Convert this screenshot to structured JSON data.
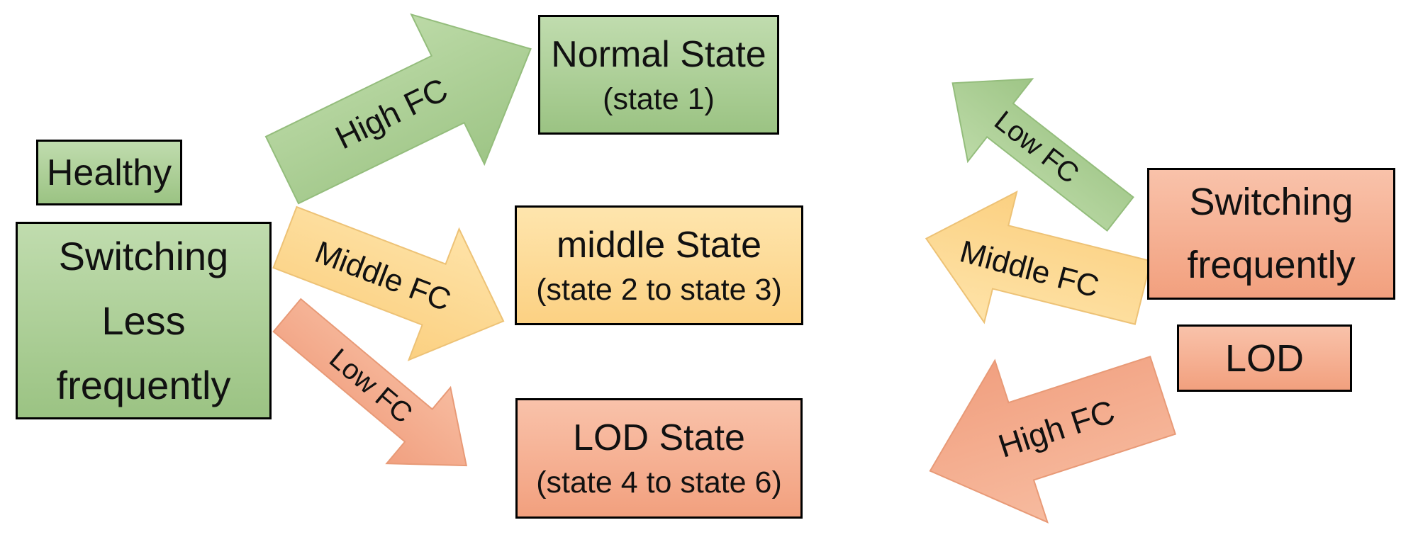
{
  "diagram": {
    "boxes": {
      "healthy": {
        "label": "Healthy"
      },
      "switching_less": {
        "lines": [
          "Switching",
          "Less",
          "frequently"
        ]
      },
      "normal_state": {
        "title": "Normal State",
        "subtitle": "(state 1)"
      },
      "middle_state": {
        "title": "middle State",
        "subtitle": "(state 2 to state 3)"
      },
      "lod_state": {
        "title": "LOD State",
        "subtitle": "(state 4 to state 6)"
      },
      "switching_frequently": {
        "lines": [
          "Switching",
          "frequently"
        ]
      },
      "lod": {
        "label": "LOD"
      }
    },
    "arrows": [
      {
        "label": "High FC",
        "color": "green",
        "direction": "up-right",
        "points_to": "Normal State"
      },
      {
        "label": "Middle FC",
        "color": "yellow",
        "direction": "down-right",
        "points_to": "middle State"
      },
      {
        "label": "Low FC",
        "color": "salmon",
        "direction": "down-right",
        "points_to": "LOD State"
      },
      {
        "label": "Low FC",
        "color": "green",
        "direction": "up-left",
        "points_to": "Normal State"
      },
      {
        "label": "Middle FC",
        "color": "yellow",
        "direction": "left",
        "points_to": "middle State"
      },
      {
        "label": "High FC",
        "color": "salmon",
        "direction": "down-left",
        "points_to": "LOD State"
      }
    ],
    "colors": {
      "green_light": "#c0dcae",
      "green_dark": "#9bc383",
      "yellow_light": "#fee5ad",
      "yellow_dark": "#fcd183",
      "salmon_light": "#f9c2aa",
      "salmon_dark": "#f2a07e",
      "border": "#000000",
      "text": "#111111"
    }
  }
}
